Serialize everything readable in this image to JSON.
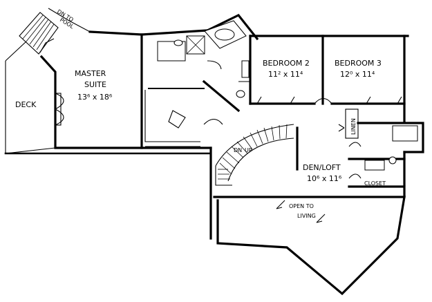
{
  "rooms": {
    "master_suite": {
      "name_line1": "MASTER",
      "name_line2": "SUITE",
      "dims": "13⁶ x 18⁶"
    },
    "bedroom_2": {
      "name": "BEDROOM 2",
      "dims": "11² x 11⁴"
    },
    "bedroom_3": {
      "name": "BEDROOM 3",
      "dims": "12⁰ x 11⁴"
    },
    "den_loft": {
      "name": "DEN/LOFT",
      "dims": "10⁶ x 11⁶"
    },
    "deck": {
      "name": "DECK"
    },
    "closet": {
      "name": "CLOSET"
    },
    "linen": {
      "name": "LINEN"
    }
  },
  "annotations": {
    "dn_to_pool_line1": "DN TO",
    "dn_to_pool_line2": "POOL",
    "stair_dn": "DN",
    "stair_up": "UP",
    "open_to_line1": "OPEN TO",
    "open_to_line2": "LIVING"
  }
}
